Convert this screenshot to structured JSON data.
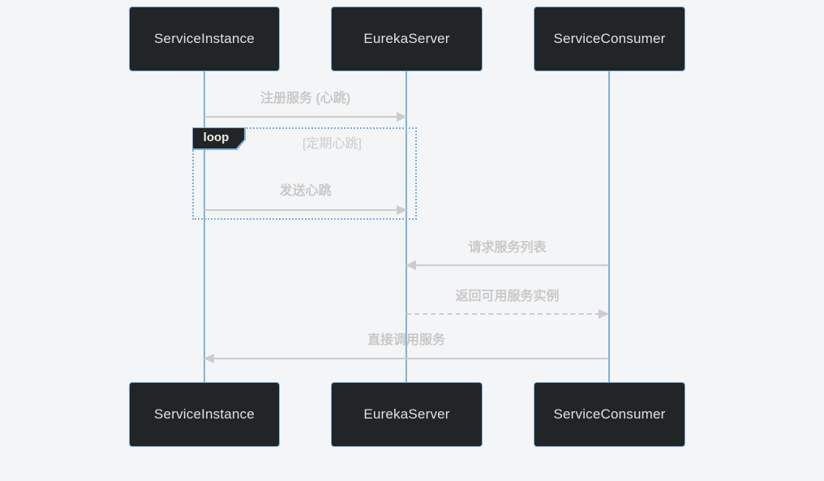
{
  "diagram": {
    "type": "sequence",
    "actors": [
      {
        "name": "ServiceInstance"
      },
      {
        "name": "EurekaServer"
      },
      {
        "name": "ServiceConsumer"
      }
    ],
    "messages": [
      {
        "label": "注册服务 (心跳)",
        "from": "ServiceInstance",
        "to": "EurekaServer",
        "line": "solid",
        "direction": "right"
      },
      {
        "label": "发送心跳",
        "from": "ServiceInstance",
        "to": "EurekaServer",
        "line": "solid",
        "direction": "right"
      },
      {
        "label": "请求服务列表",
        "from": "ServiceConsumer",
        "to": "EurekaServer",
        "line": "solid",
        "direction": "left"
      },
      {
        "label": "返回可用服务实例",
        "from": "EurekaServer",
        "to": "ServiceConsumer",
        "line": "dashed",
        "direction": "right"
      },
      {
        "label": "直接调用服务",
        "from": "ServiceConsumer",
        "to": "ServiceInstance",
        "line": "solid",
        "direction": "left"
      }
    ],
    "loop": {
      "label": "loop",
      "condition": "[定期心跳]",
      "contains": [
        "发送心跳"
      ]
    },
    "colors": {
      "background": "#f4f5f7",
      "actor_fill": "#212526",
      "actor_border": "#81b1db",
      "actor_text": "#e0e0e0",
      "lifeline": "#7fb2dd",
      "signal": "#cccccc",
      "signal_text": "#c9c9c9",
      "loop_border": "#7cb1dd",
      "loop_text": "#cccccc",
      "loop_label_fill": "#212526",
      "loop_label_text": "#f0ede4"
    }
  }
}
